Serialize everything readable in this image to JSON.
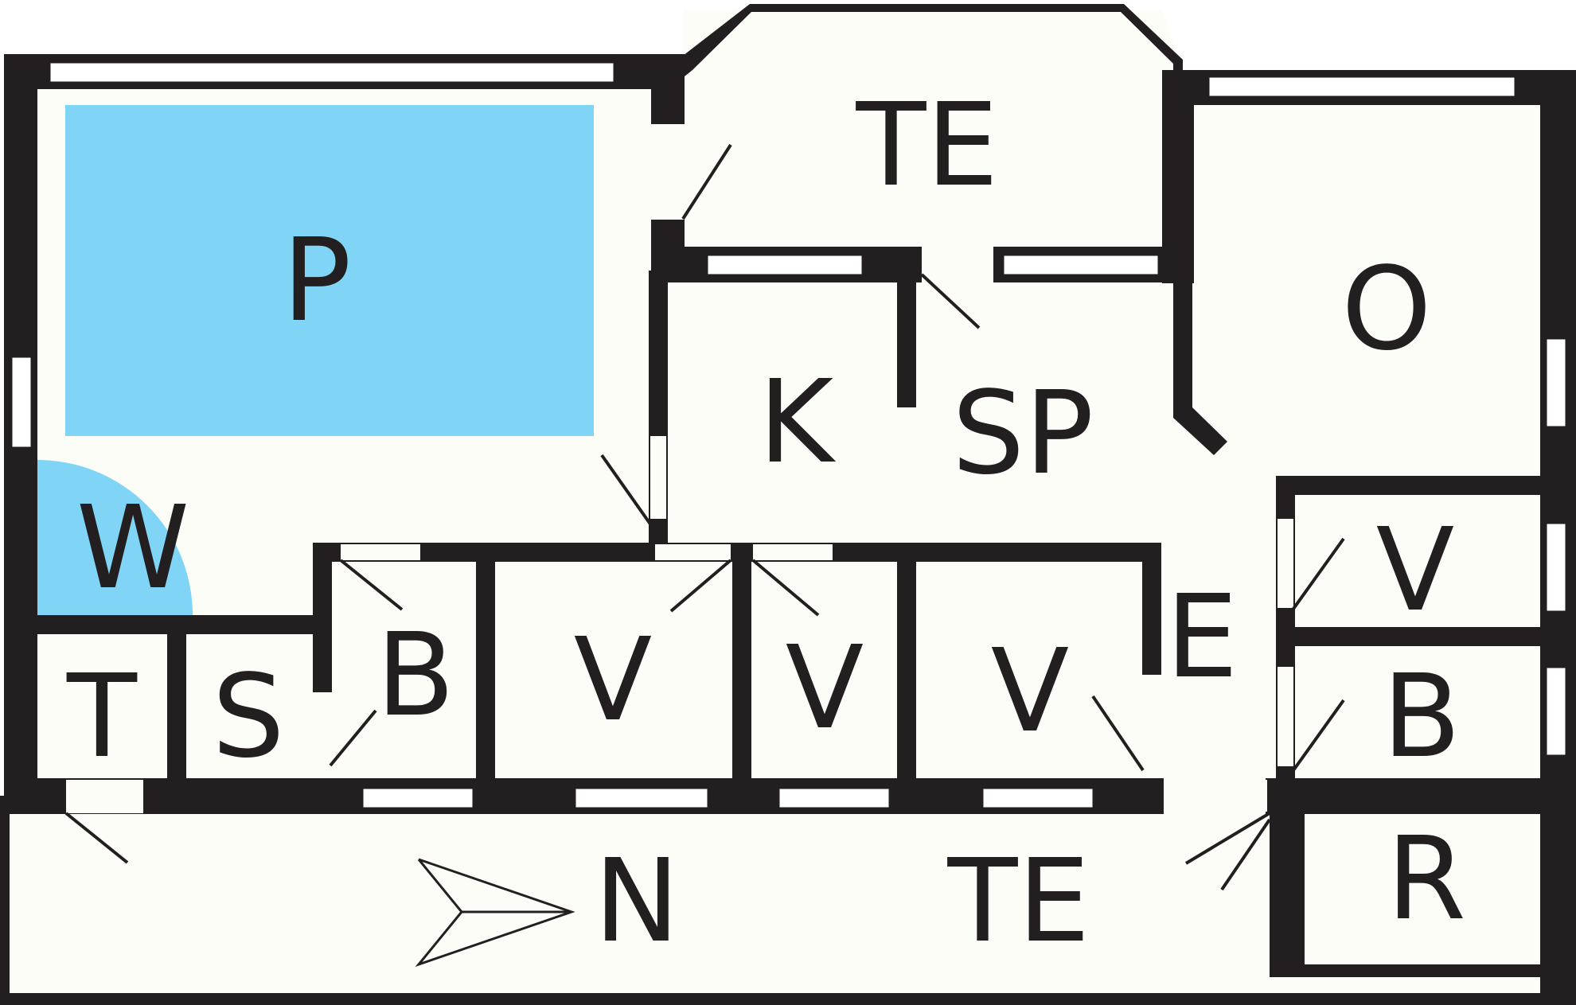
{
  "colors": {
    "wall": "#231f20",
    "floor": "#fdfdf7",
    "pool": "#80d4f6",
    "label": "#231f20"
  },
  "rooms": {
    "p": "P",
    "w": "W",
    "te_top": "TE",
    "k": "K",
    "sp": "SP",
    "o": "O",
    "t": "T",
    "s": "S",
    "b_left": "B",
    "v1": "V",
    "v2": "V",
    "v3": "V",
    "e": "E",
    "v_right": "V",
    "b_right": "B",
    "r": "R",
    "n": "N",
    "te_bottom": "TE"
  },
  "icons": {
    "north_arrow": "north-arrow-icon"
  }
}
